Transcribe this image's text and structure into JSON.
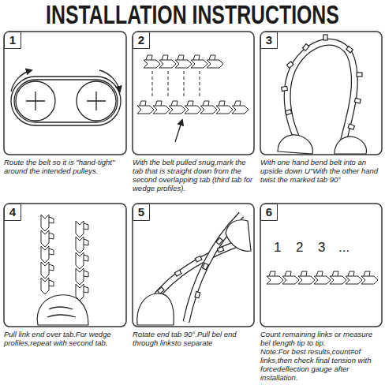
{
  "diagram": {
    "title": "INSTALLATION INSTRUCTIONS",
    "nodes": [
      {
        "text": [
          "1",
          "Route the belt so it is \"hand-tight\" around the intended pulleys."
        ]
      },
      {
        "text": [
          "2",
          "With the belt pulled snug,mark the tab that is straight down from the second overlapping tab (third tab for wedge profiles)."
        ]
      },
      {
        "text": [
          "3",
          "With one hand bend belt into an upside down U\"With the other hand twist the marked tab 90°"
        ]
      },
      {
        "text": [
          "4",
          "Pull link end over tab.For wedge profiles,repeat with second tab."
        ]
      },
      {
        "text": [
          "5",
          "Rotate end tab 90°.Pull bel end through linksto separate"
        ]
      },
      {
        "text": [
          "6",
          "Count remaining links or measure bel tlength tip to tip.",
          "Note:For best results,count#of links,then check final tension with forcedeflection gauge after installation."
        ]
      }
    ],
    "labels": [
      "1",
      "2",
      "3",
      "..."
    ]
  }
}
